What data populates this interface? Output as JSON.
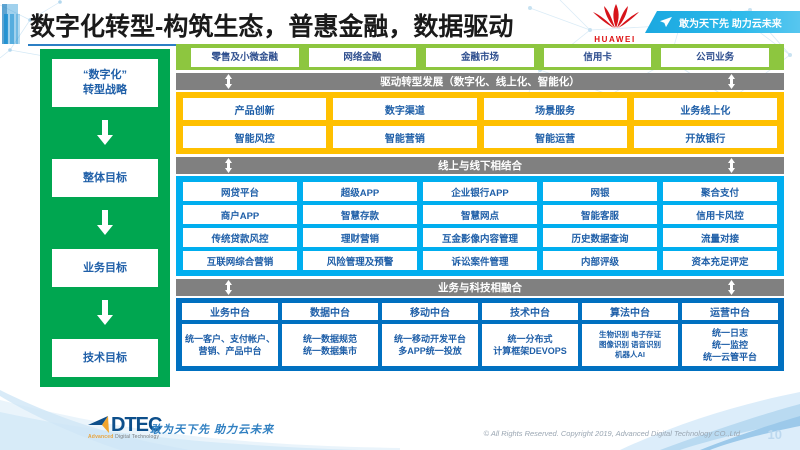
{
  "header": {
    "title": "数字化转型-构筑生态，普惠金融，数据驱动",
    "brand": "HUAWEI",
    "tagline": "敢为天下先 助力云未来",
    "accent_blue": "#2b7fc4",
    "brand_red": "#d11"
  },
  "sidebar": {
    "background": "#00a650",
    "items": [
      {
        "label": "“数字化”\n转型战略"
      },
      {
        "label": "整体目标"
      },
      {
        "label": "业务目标"
      },
      {
        "label": "技术目标"
      }
    ]
  },
  "business_bar": {
    "background": "#8dc63f",
    "items": [
      "零售及小微金融",
      "网络金融",
      "金融市场",
      "信用卡",
      "公司业务"
    ]
  },
  "sections": [
    {
      "name": "drive",
      "header": "驱动转型发展（数字化、线上化、智能化）",
      "color": "#ffc000",
      "rows": [
        [
          "产品创新",
          "数字渠道",
          "场景服务",
          "业务线上化"
        ],
        [
          "智能风控",
          "智能营销",
          "智能运营",
          "开放银行"
        ]
      ]
    },
    {
      "name": "online-offline",
      "header": "线上与线下相结合",
      "color": "#00aeef",
      "rows": [
        [
          "网贷平台",
          "超级APP",
          "企业银行APP",
          "网银",
          "聚合支付"
        ],
        [
          "商户APP",
          "智慧存款",
          "智慧网点",
          "智能客服",
          "信用卡风控"
        ],
        [
          "传统贷款风控",
          "理财营销",
          "互金影像内容管理",
          "历史数据查询",
          "流量对接"
        ],
        [
          "互联网综合营销",
          "风险管理及预警",
          "诉讼案件管理",
          "内部评级",
          "资本充足评定"
        ]
      ]
    }
  ],
  "platform": {
    "header": "业务与科技相融合",
    "color": "#0070c0",
    "columns": [
      {
        "title": "业务中台",
        "detail": "统一客户、支付帐户、营销、产品中台",
        "small": false
      },
      {
        "title": "数据中台",
        "detail": "统一数据规范\n统一数据集市",
        "small": false
      },
      {
        "title": "移动中台",
        "detail": "统一移动开发平台\n多APP统一投放",
        "small": false
      },
      {
        "title": "技术中台",
        "detail": "统一分布式\n计算框架DEVOPS",
        "small": false
      },
      {
        "title": "算法中台",
        "detail": "生物识别 电子存证\n图像识别 语音识别\n机器人AI",
        "small": true
      },
      {
        "title": "运营中台",
        "detail": "统一日志\n统一监控\n统一云管平台",
        "small": false
      }
    ]
  },
  "footer": {
    "logo_word": "DTEC",
    "logo_sub_bold": "Advanced",
    "logo_sub_rest": " Digital Technology",
    "tagline": "敢为天下先   助力云未来",
    "copyright": "© All Rights Reserved. Copyright 2019, Advanced Digital Technology CO.,Ltd",
    "page_number": "10"
  }
}
